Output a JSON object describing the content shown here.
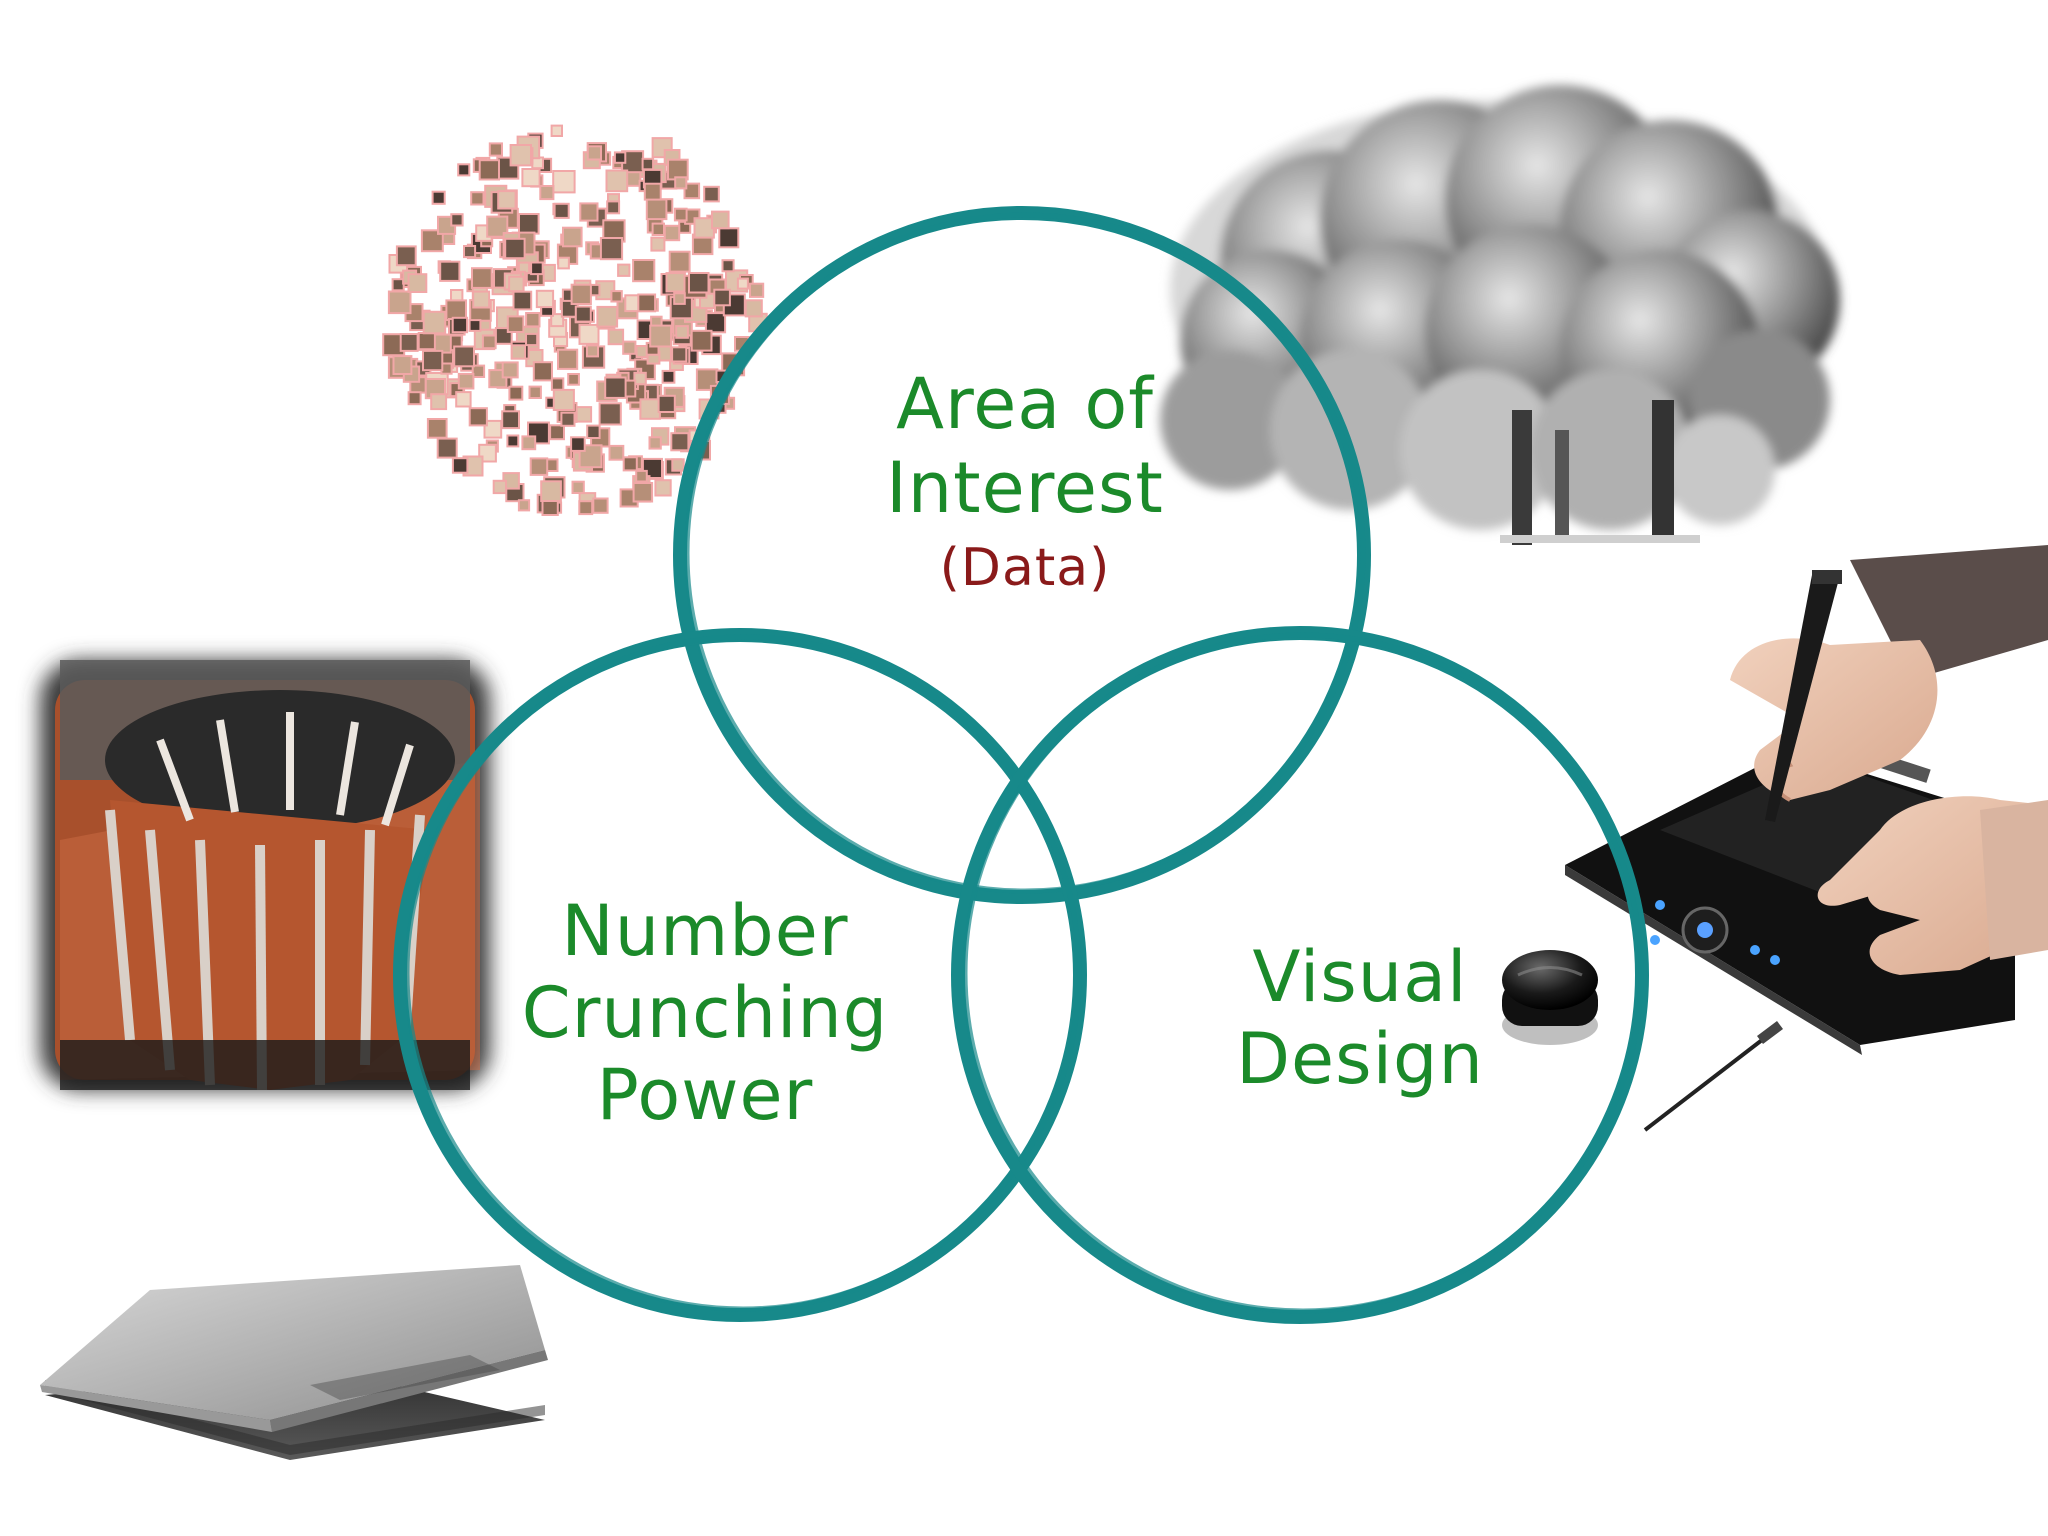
{
  "diagram": {
    "type": "venn",
    "circle_color": "#17898a",
    "label_color": "#1b8a2a",
    "sub_label_color": "#8a1a1a",
    "sets": [
      {
        "id": "area-of-interest",
        "lines": [
          "Area of",
          "Interest"
        ],
        "sub": "(Data)",
        "illustration": "smokestack-clouds-photo"
      },
      {
        "id": "number-crunching",
        "lines": [
          "Number",
          "Crunching",
          "Power"
        ],
        "illustrations": [
          "cray-supercomputer-photo",
          "laptop-photo"
        ]
      },
      {
        "id": "visual-design",
        "lines": [
          "Visual",
          "Design"
        ],
        "illustrations": [
          "drawing-tablet-photo",
          "puck-device-photo"
        ]
      }
    ],
    "extra_illustrations": [
      "face-mosaic-photo"
    ]
  }
}
